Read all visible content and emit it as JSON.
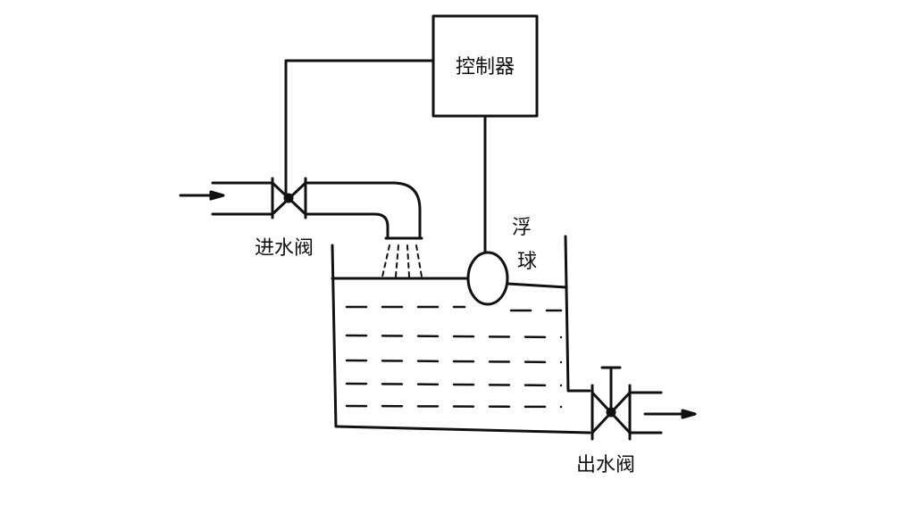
{
  "labels": {
    "controller": "控制器",
    "inlet_valve": "进水阀",
    "float_ball": "浮",
    "float_ball_2": "球",
    "outlet_valve": "出水阀"
  },
  "colors": {
    "ink": "#111111",
    "background": "#ffffff"
  }
}
